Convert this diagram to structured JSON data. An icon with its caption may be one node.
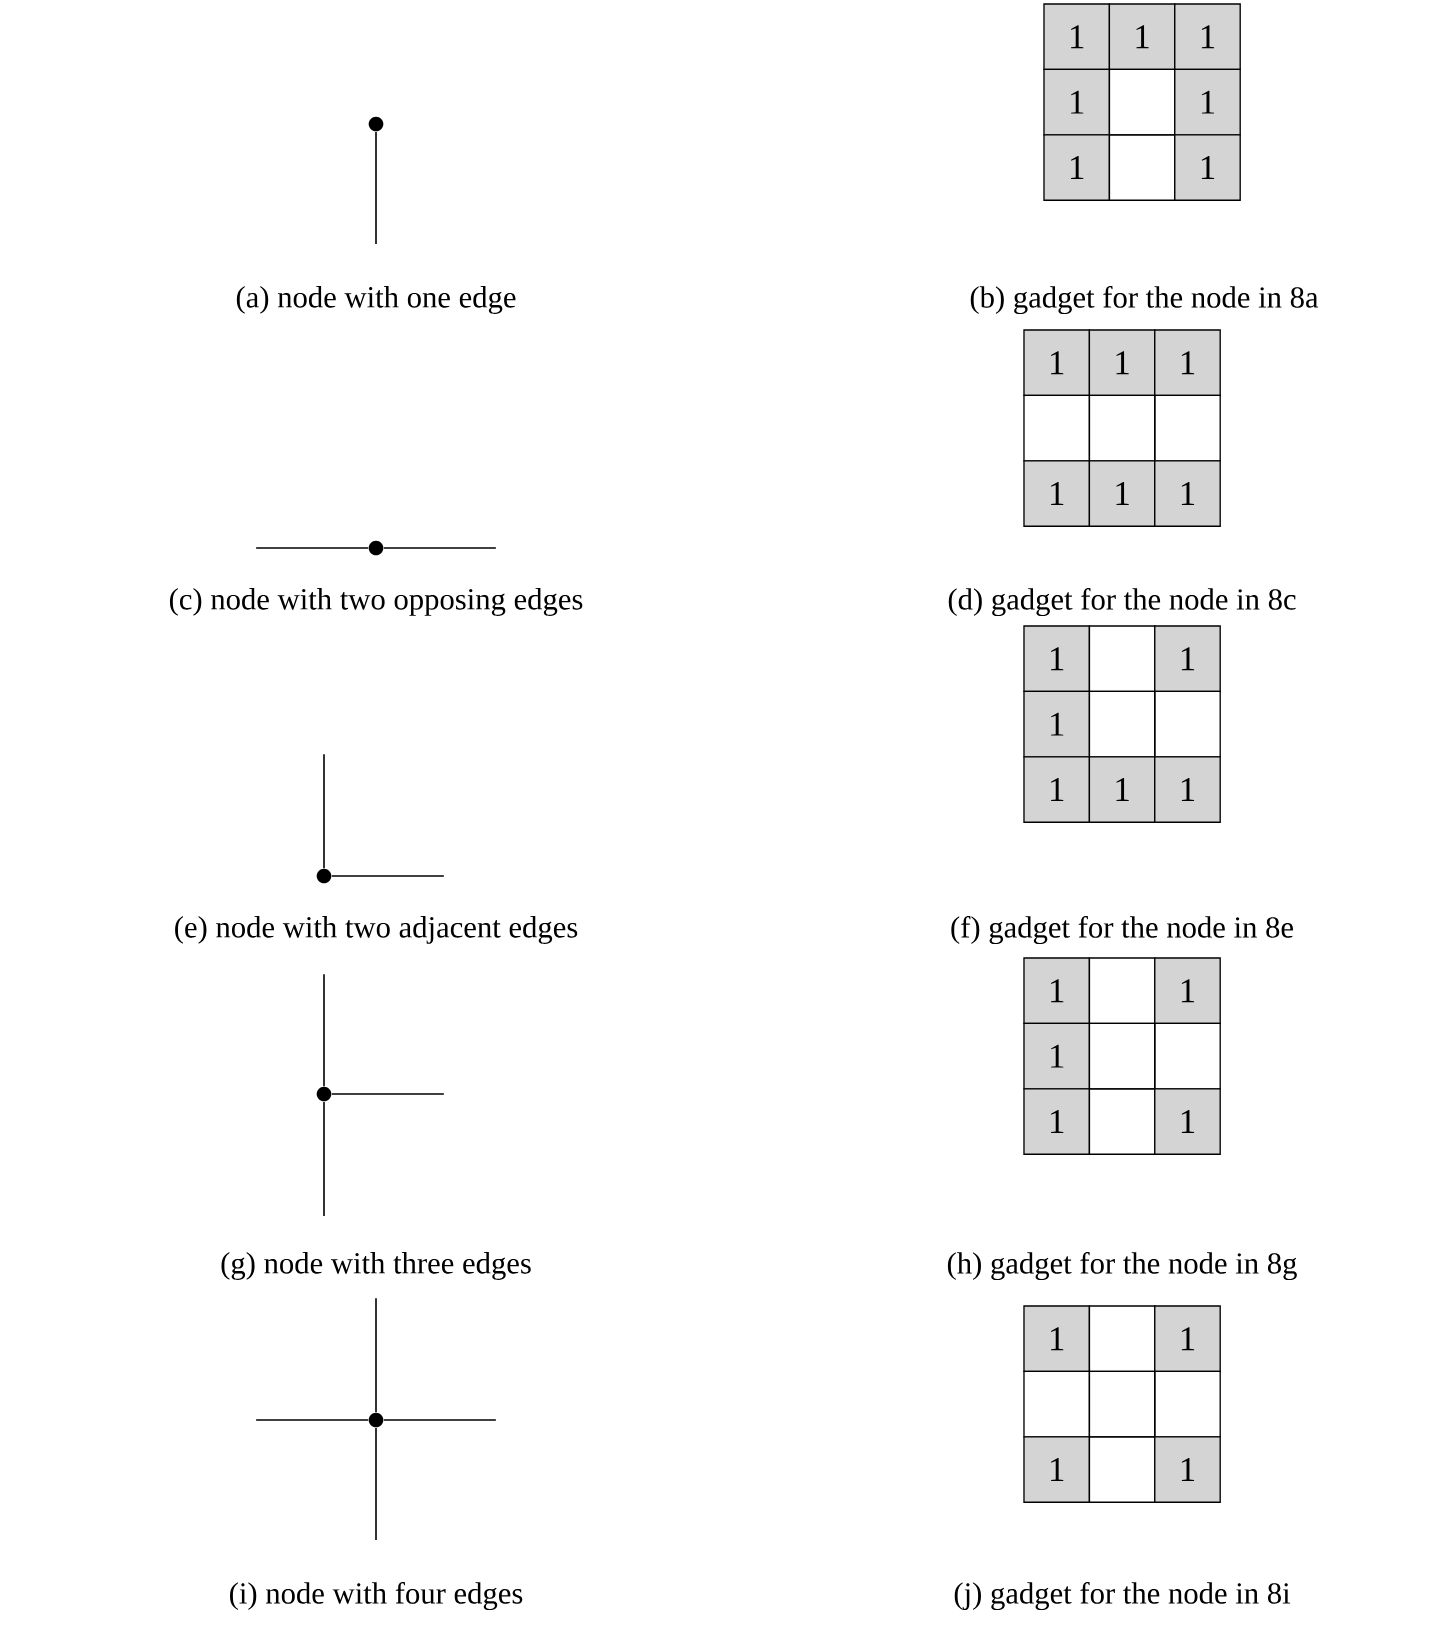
{
  "diagram": {
    "nodes": [
      {
        "text": [],
        "shape": "circle"
      },
      {
        "text": [],
        "shape": "circle"
      },
      {
        "text": [],
        "shape": "circle"
      },
      {
        "text": [],
        "shape": "circle"
      },
      {
        "text": [],
        "shape": "circle"
      }
    ],
    "edges": [
      {
        "from": 0,
        "to": null,
        "arrow": "none"
      },
      {
        "from": 1,
        "to": null,
        "arrow": "none"
      },
      {
        "from": 1,
        "to": null,
        "arrow": "none"
      },
      {
        "from": 2,
        "to": null,
        "arrow": "none"
      },
      {
        "from": 2,
        "to": null,
        "arrow": "none"
      },
      {
        "from": 3,
        "to": null,
        "arrow": "none"
      },
      {
        "from": 3,
        "to": null,
        "arrow": "none"
      },
      {
        "from": 3,
        "to": null,
        "arrow": "none"
      },
      {
        "from": 4,
        "to": null,
        "arrow": "none"
      },
      {
        "from": 4,
        "to": null,
        "arrow": "none"
      },
      {
        "from": 4,
        "to": null,
        "arrow": "none"
      },
      {
        "from": 4,
        "to": null,
        "arrow": "none"
      }
    ],
    "labels": [
      "1",
      "1",
      "1",
      "1",
      "1",
      "1",
      "1",
      "(a) node with one edge",
      "(b) gadget for the node in 8a",
      "1",
      "1",
      "1",
      "1",
      "1",
      "1",
      "(c) node with two opposing edges",
      "(d) gadget for the node in 8c",
      "1",
      "1",
      "1",
      "1",
      "1",
      "1",
      "(e) node with two adjacent edges",
      "(f) gadget for the node in 8e",
      "1",
      "1",
      "1",
      "1",
      "1",
      "(g) node with three edges",
      "(h) gadget for the node in 8g",
      "1",
      "1",
      "1",
      "1",
      "(i) node with four edges",
      "(j) gadget for the node in 8i"
    ]
  }
}
